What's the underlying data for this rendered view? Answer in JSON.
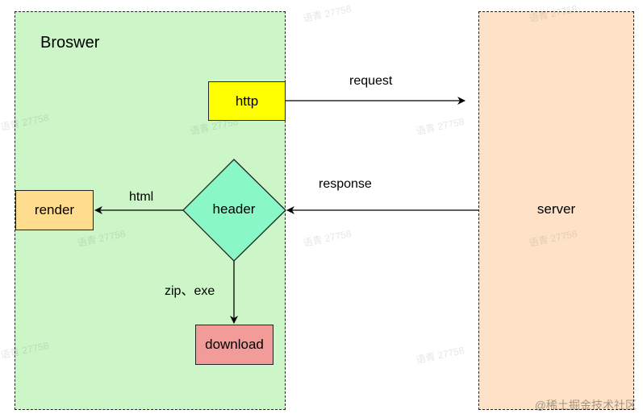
{
  "browser": {
    "title": "Broswer"
  },
  "nodes": {
    "http": "http",
    "render": "render",
    "header": "header",
    "download": "download",
    "server": "server"
  },
  "edges": {
    "request": "request",
    "response": "response",
    "html": "html",
    "zip_exe": "zip、exe"
  },
  "watermarks": {
    "repeated": "语青 27758",
    "footer": "@稀土掘金技术社区"
  },
  "colors": {
    "browser_fill": "#ccf5c8",
    "server_fill": "#fde2c7",
    "http_fill": "#ffff00",
    "render_fill": "#ffdc8e",
    "header_fill": "#89f7c6",
    "download_fill": "#f19c99"
  }
}
